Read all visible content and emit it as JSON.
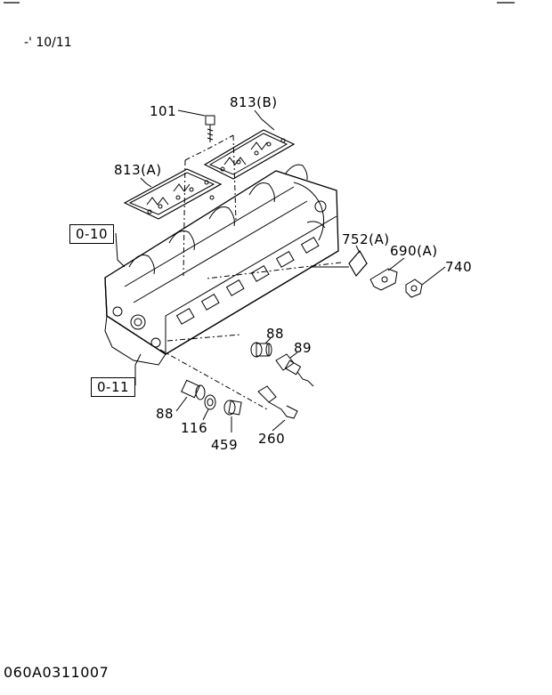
{
  "header": {
    "date_range": "-' 10/11"
  },
  "footer": {
    "figure_code": "060A0311007"
  },
  "callouts": {
    "part_101": "101",
    "part_813a": "813(A)",
    "part_813b": "813(B)",
    "ref_0_10": "0-10",
    "ref_0_11": "0-11",
    "part_752a": "752(A)",
    "part_690a": "690(A)",
    "part_740": "740",
    "part_88_upper": "88",
    "part_89": "89",
    "part_88_lower": "88",
    "part_116": "116",
    "part_459": "459",
    "part_260": "260"
  }
}
